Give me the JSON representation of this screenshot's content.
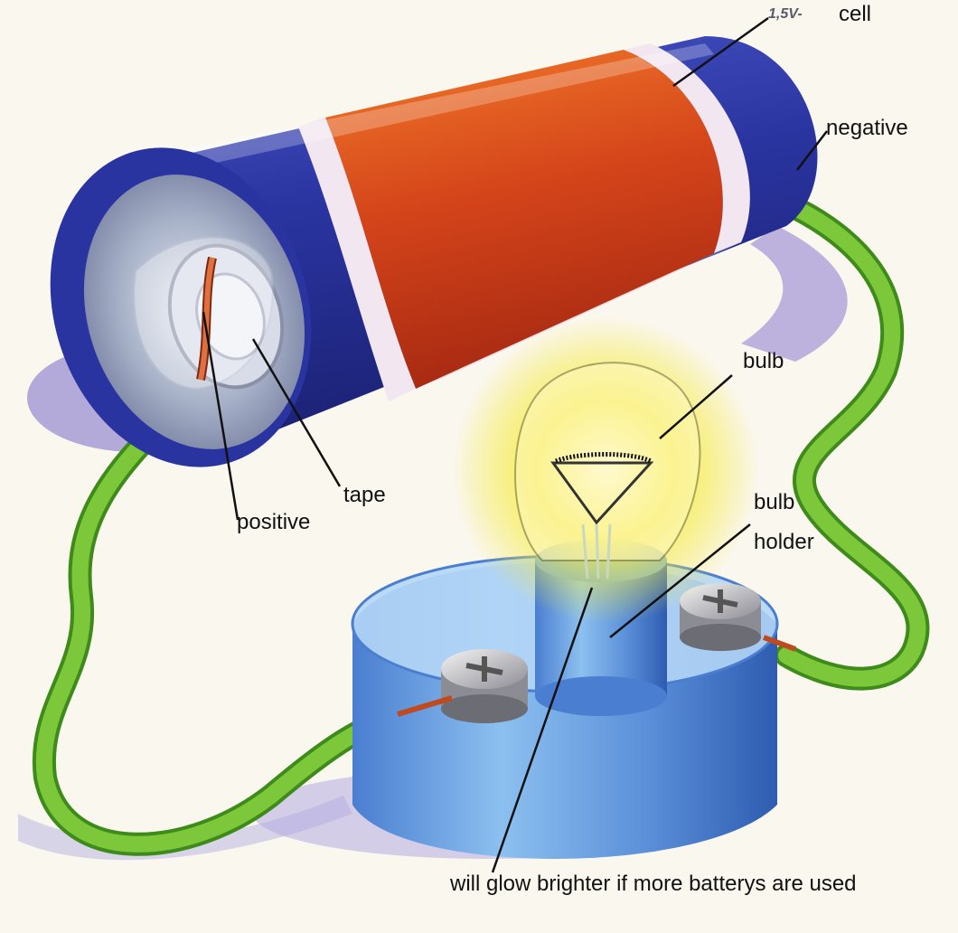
{
  "labels": {
    "voltage": "1,5V-",
    "cell": "cell",
    "negative": "negative",
    "bulb": "bulb",
    "bulb_holder_line1": "bulb",
    "bulb_holder_line2": "holder",
    "tape": "tape",
    "positive": "positive",
    "glow_note": "will glow brighter if more batterys are used"
  },
  "colors": {
    "background": "#faf7ef",
    "battery_blue": "#2e3aa8",
    "battery_orange": "#e0501a",
    "battery_stripe": "#f1e4ee",
    "wire_green": "#6fbf2c",
    "holder_blue": "#6a9fe0",
    "glow_yellow": "#f6ea3a",
    "leader_line": "#111111"
  }
}
